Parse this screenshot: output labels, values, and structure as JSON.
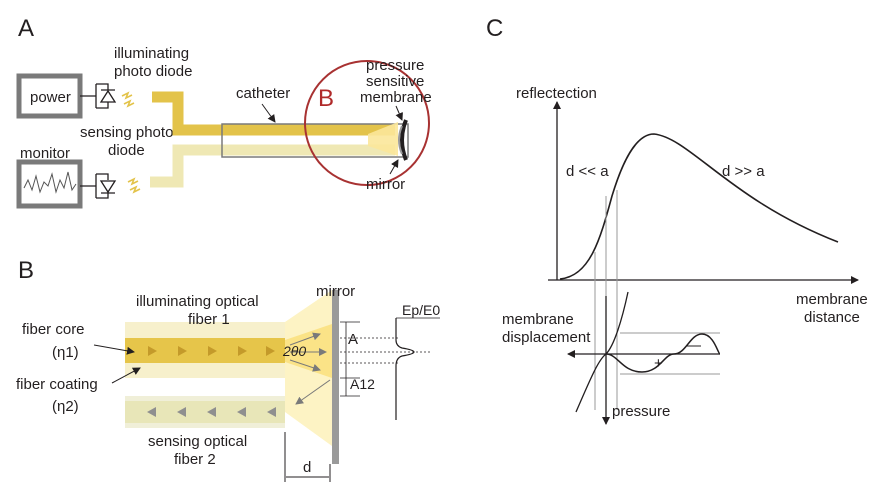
{
  "panels": {
    "a": "A",
    "b": "B",
    "c": "C",
    "b_in_a": "B"
  },
  "panel_a": {
    "power": "power",
    "monitor": "monitor",
    "illuminating_line1": "illuminating",
    "illuminating_line2": "photo diode",
    "sensing_line1": "sensing photo",
    "sensing_line2": "diode",
    "catheter": "catheter",
    "pressure_line1": "pressure",
    "pressure_line2": "sensitive",
    "pressure_line3": "membrane",
    "mirror": "mirror"
  },
  "panel_b": {
    "mirror": "mirror",
    "ep_e0": "Ep/E0",
    "illum_fiber_line1": "illuminating optical",
    "illum_fiber_line2": "fiber 1",
    "fiber_core": "fiber core",
    "eta1": "(η1)",
    "fiber_coating": "fiber coating",
    "eta2": "(η2)",
    "sensing_fiber_line1": "sensing optical",
    "sensing_fiber_line2": "fiber 2",
    "two_theta": "2θ0",
    "a_label": "A",
    "a12_label": "A12",
    "d_label": "d"
  },
  "panel_c": {
    "reflection": "reflectection",
    "d_small": "d << a",
    "d_large": "d >> a",
    "membrane_distance_line1": "membrane",
    "membrane_distance_line2": "distance",
    "membrane_disp_line1": "membrane",
    "membrane_disp_line2": "displacement",
    "pressure": "pressure",
    "plus": "+",
    "minus": "—"
  },
  "colors": {
    "fiber_yellow": "#e3c34a",
    "fiber_pale": "#efe8b4",
    "beam": "#fbe79a",
    "circle_red": "#a83232",
    "panel_b_red": "#b02a2a",
    "box_grey": "#7a7a7a"
  }
}
